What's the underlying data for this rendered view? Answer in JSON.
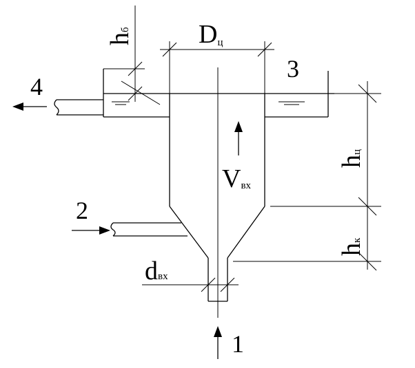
{
  "labels": {
    "n1": "1",
    "n2": "2",
    "n3": "3",
    "n4": "4",
    "diameter": {
      "main": "D",
      "sub": "ц"
    },
    "velocity": {
      "main": "V",
      "sub": "вх"
    },
    "inlet_diameter": {
      "main": "d",
      "sub": "вх"
    },
    "height_cyl": {
      "main": "h",
      "sub": "ц"
    },
    "height_cone": {
      "main": "h",
      "sub": "к"
    },
    "height_side": {
      "main": "h",
      "sub": "б"
    }
  }
}
